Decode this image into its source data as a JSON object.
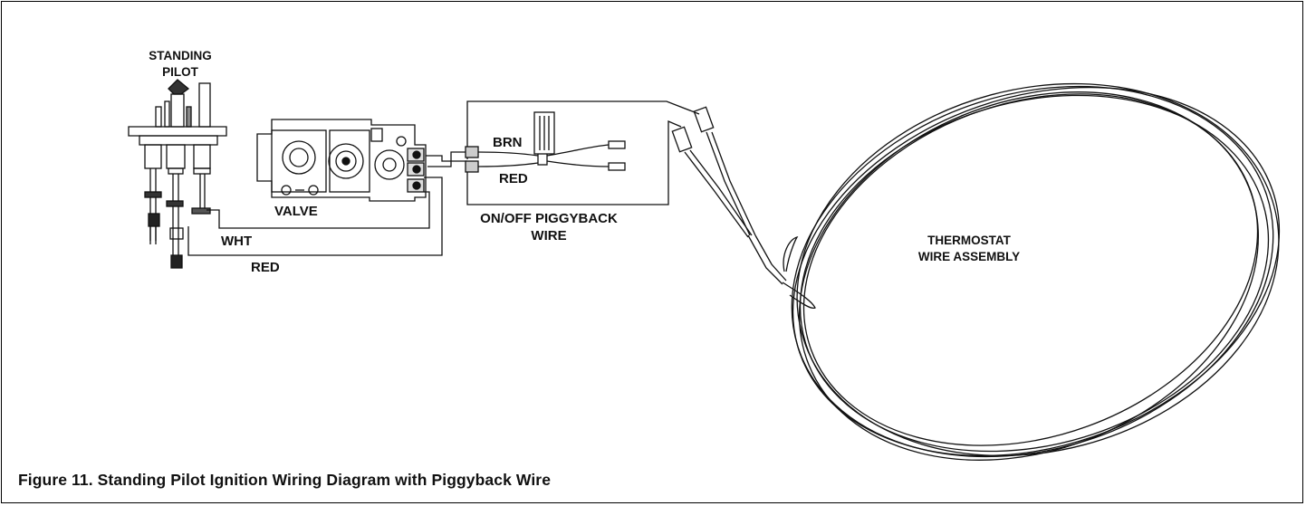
{
  "labels": {
    "standing_pilot_line1": "STANDING",
    "standing_pilot_line2": "PILOT",
    "valve": "VALVE",
    "brn": "BRN",
    "red_piggyback": "RED",
    "piggyback_line1": "ON/OFF PIGGYBACK",
    "piggyback_line2": "WIRE",
    "wht": "WHT",
    "red_pilot": "RED",
    "thermostat_line1": "THERMOSTAT",
    "thermostat_line2": "WIRE ASSEMBLY"
  },
  "caption": "Figure 11.  Standing Pilot Ignition Wiring Diagram with Piggyback Wire"
}
